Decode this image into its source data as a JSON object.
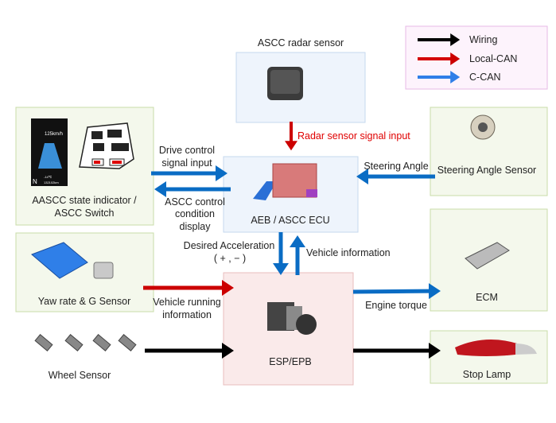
{
  "legend": {
    "items": [
      {
        "label": "Wiring",
        "color": "#000000"
      },
      {
        "label": "Local-CAN",
        "color": "#d40000"
      },
      {
        "label": "C-CAN",
        "color": "#2f7fe8"
      }
    ]
  },
  "nodes": {
    "radar": "ASCC radar sensor",
    "ecu": "AEB / ASCC ECU",
    "indicator": [
      "AASCC state indicator /",
      "ASCC  Switch"
    ],
    "yaw": "Yaw rate & G Sensor",
    "wheel": "Wheel Sensor",
    "steering": "Steering Angle Sensor",
    "ecm": "ECM",
    "esp": "ESP/EPB",
    "stop_lamp": "Stop Lamp"
  },
  "signals": {
    "radar_input": "Radar sensor signal input",
    "drive_control": [
      "Drive control",
      "signal input"
    ],
    "ascc_display": [
      "ASCC control",
      "condition",
      "display"
    ],
    "steering_angle": "Steering Angle",
    "desired_accel": [
      "Desired Acceleration",
      "( + , − )"
    ],
    "vehicle_info": "Vehicle information",
    "vehicle_running": [
      "Vehicle running",
      "information"
    ],
    "engine_torque": "Engine torque"
  },
  "cluster": {
    "speed": "125km/h",
    "gear": "N",
    "temp": "-14℃",
    "odo": "132102km"
  },
  "colors": {
    "blue_arrow": "#0a6cc4",
    "red_arrow": "#cc0000",
    "black_arrow": "#000000"
  }
}
